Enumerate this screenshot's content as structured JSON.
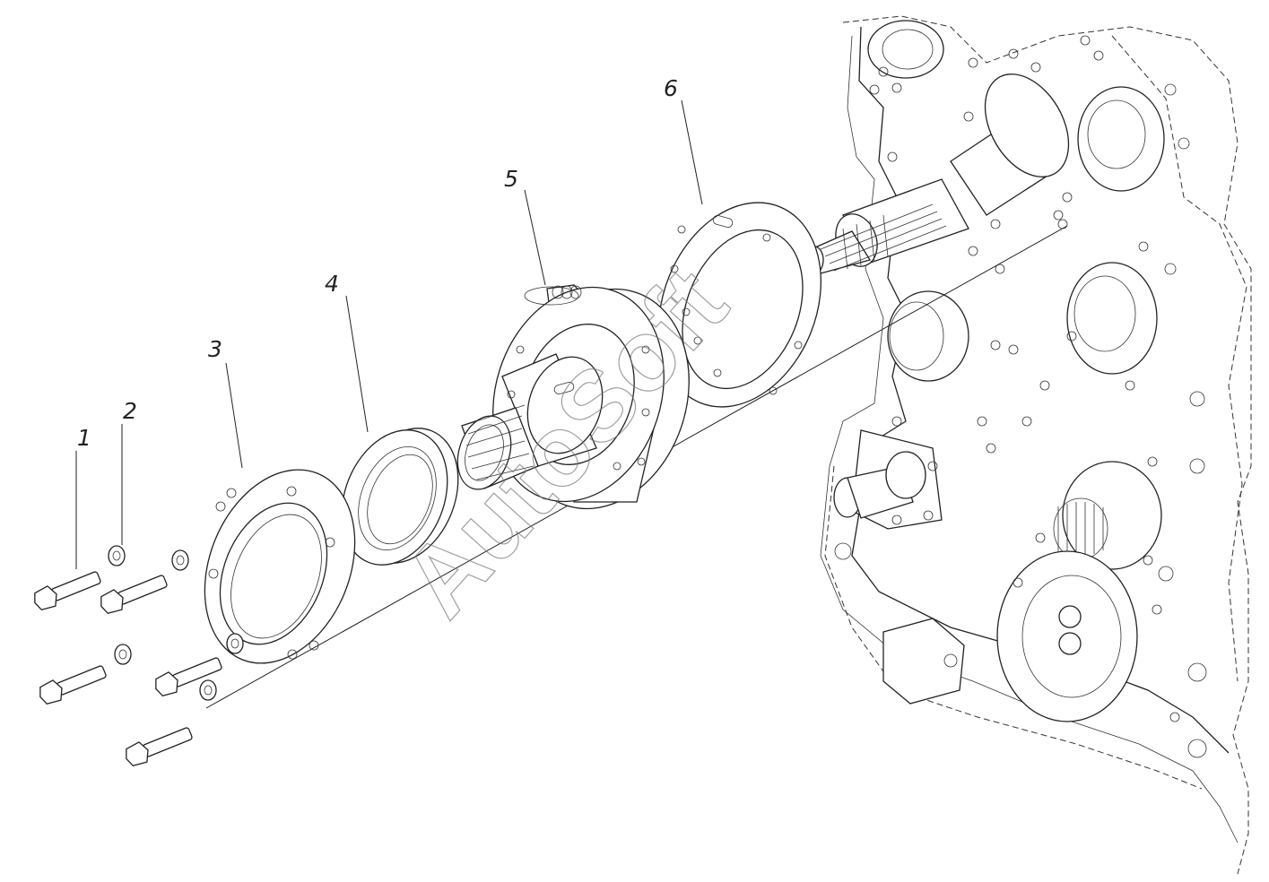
{
  "watermark": "AutoSoft",
  "callouts": [
    {
      "id": "1",
      "label": "1"
    },
    {
      "id": "2",
      "label": "2"
    },
    {
      "id": "3",
      "label": "3"
    },
    {
      "id": "4",
      "label": "4"
    },
    {
      "id": "5",
      "label": "5"
    },
    {
      "id": "6",
      "label": "6"
    }
  ]
}
